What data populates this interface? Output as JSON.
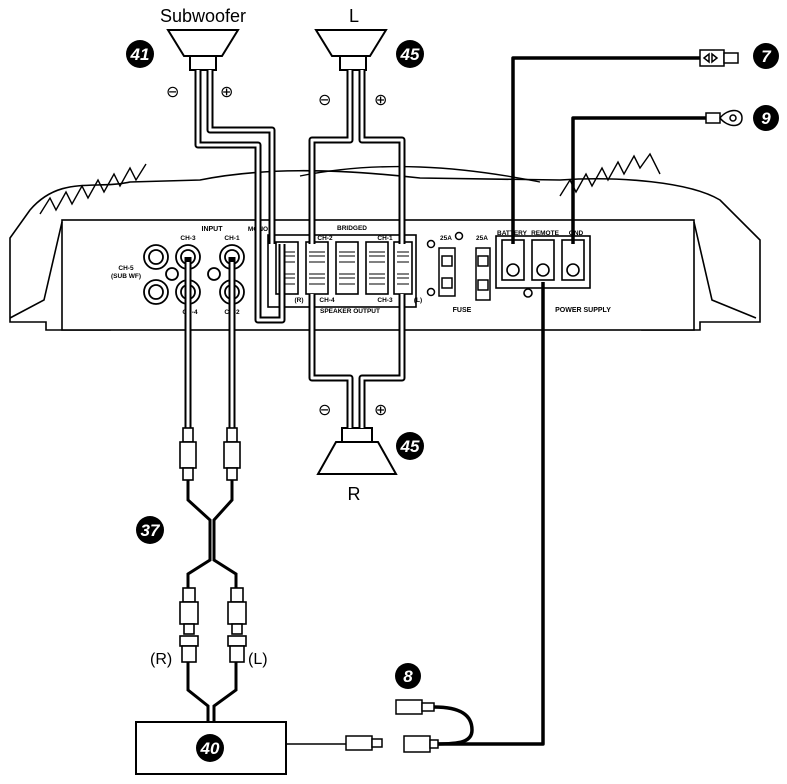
{
  "speakers": {
    "subwoofer": "Subwoofer",
    "left": "L",
    "right": "R"
  },
  "callouts": {
    "subwoofer_ref": "41",
    "left_speaker_ref": "45",
    "right_speaker_ref": "45",
    "battery_wire_ref": "7",
    "ground_wire_ref": "9",
    "remote_wire_ref": "8",
    "rca_cable_ref": "37",
    "head_unit_ref": "40"
  },
  "polarity": {
    "minus": "⊖",
    "plus": "⊕"
  },
  "amplifier": {
    "input_title": "INPUT",
    "ch3": "CH-3",
    "ch1": "CH-1",
    "ch4": "CH-4",
    "ch2": "CH-2",
    "ch5_line1": "CH-5",
    "ch5_line2": "(SUB WF)",
    "mono": "MONO",
    "bridged": "BRIDGED",
    "out_ch2": "CH-2",
    "out_ch1": "CH-1",
    "out_ch4": "CH-4",
    "out_ch3": "CH-3",
    "out_r": "(R)",
    "out_l": "(L)",
    "speaker_output": "SPEAKER OUTPUT",
    "fuse_rating_1": "25A",
    "fuse_rating_2": "25A",
    "fuse": "FUSE",
    "battery": "BATTERY",
    "remote": "REMOTE",
    "gnd": "GND",
    "power_supply": "POWER SUPPLY"
  },
  "rca_labels": {
    "right": "(R)",
    "left": "(L)"
  },
  "colors": {
    "line": "#000000",
    "paper": "#ffffff"
  }
}
